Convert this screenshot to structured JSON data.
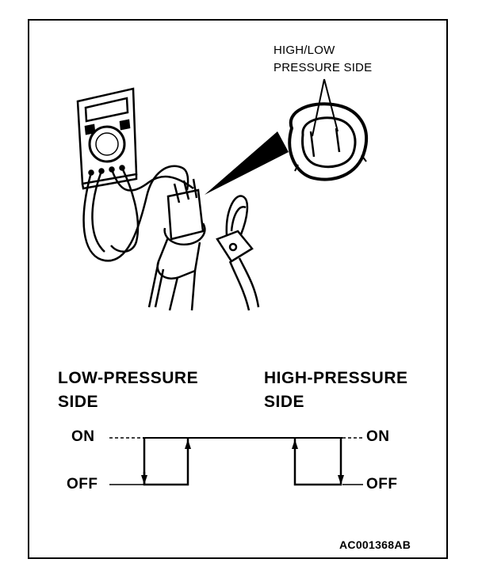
{
  "callout": {
    "line1": "HIGH/LOW",
    "line2": "PRESSURE SIDE"
  },
  "low_side": {
    "title_line1": "LOW-PRESSURE",
    "title_line2": "SIDE",
    "on_label": "ON",
    "off_label": "OFF"
  },
  "high_side": {
    "title_line1": "HIGH-PRESSURE",
    "title_line2": "SIDE",
    "on_label": "ON",
    "off_label": "OFF"
  },
  "figure_code": "AC001368AB"
}
